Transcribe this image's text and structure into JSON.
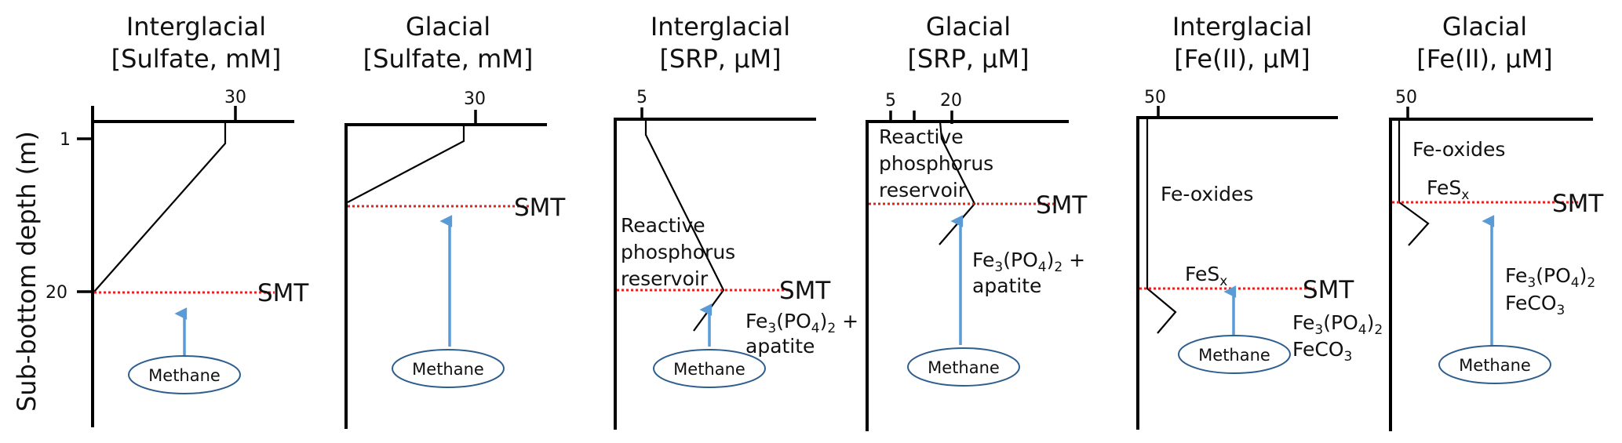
{
  "y_axis": {
    "label": "Sub-bottom depth (m)",
    "ticks": [
      "1",
      "20"
    ]
  },
  "common": {
    "smt_label": "SMT",
    "methane_label": "Methane",
    "colors": {
      "smt_line": "#e8201f",
      "methane_arrow": "#5b9bd5",
      "methane_ellipse": "#2e5e8e"
    }
  },
  "panels": [
    {
      "title_line1": "Interglacial",
      "title_line2": "[Sulfate, mM]",
      "x_ticks": [
        "30"
      ],
      "annotations": []
    },
    {
      "title_line1": "Glacial",
      "title_line2": "[Sulfate, mM]",
      "x_ticks": [
        "30"
      ],
      "annotations": []
    },
    {
      "title_line1": "Interglacial",
      "title_line2": "[SRP, μM]",
      "x_ticks": [
        "5"
      ],
      "annotations": [
        "Reactive",
        "phosphorus",
        "reservoir"
      ],
      "mineral": {
        "fe": "Fe",
        "sub3": "3",
        "po": "(PO",
        "sub4": "4",
        "close": ")",
        "sub2": "2",
        "plus": " +",
        "line2": "apatite"
      }
    },
    {
      "title_line1": "Glacial",
      "title_line2": "[SRP, μM]",
      "x_ticks": [
        "5",
        "20"
      ],
      "annotations": [
        "Reactive",
        "phosphorus",
        "reservoir"
      ],
      "mineral": {
        "fe": "Fe",
        "sub3": "3",
        "po": "(PO",
        "sub4": "4",
        "close": ")",
        "sub2": "2",
        "plus": " +",
        "line2": "apatite"
      }
    },
    {
      "title_line1": "Interglacial",
      "title_line2": "[Fe(II), μM]",
      "x_ticks": [
        "50"
      ],
      "annotations": [
        "Fe-oxides"
      ],
      "fes": {
        "main": "FeS",
        "sub": "x"
      },
      "mineral": {
        "fe": "Fe",
        "sub3": "3",
        "po": "(PO",
        "sub4": "4",
        "close": ")",
        "sub2": "2",
        "line2a": "FeCO",
        "line2sub": "3"
      }
    },
    {
      "title_line1": "Glacial",
      "title_line2": "[Fe(II), μM]",
      "x_ticks": [
        "50"
      ],
      "annotations": [
        "Fe-oxides"
      ],
      "fes": {
        "main": "FeS",
        "sub": "x"
      },
      "mineral": {
        "fe": "Fe",
        "sub3": "3",
        "po": "(PO",
        "sub4": "4",
        "close": ")",
        "sub2": "2",
        "line2a": "FeCO",
        "line2sub": "3"
      }
    }
  ]
}
